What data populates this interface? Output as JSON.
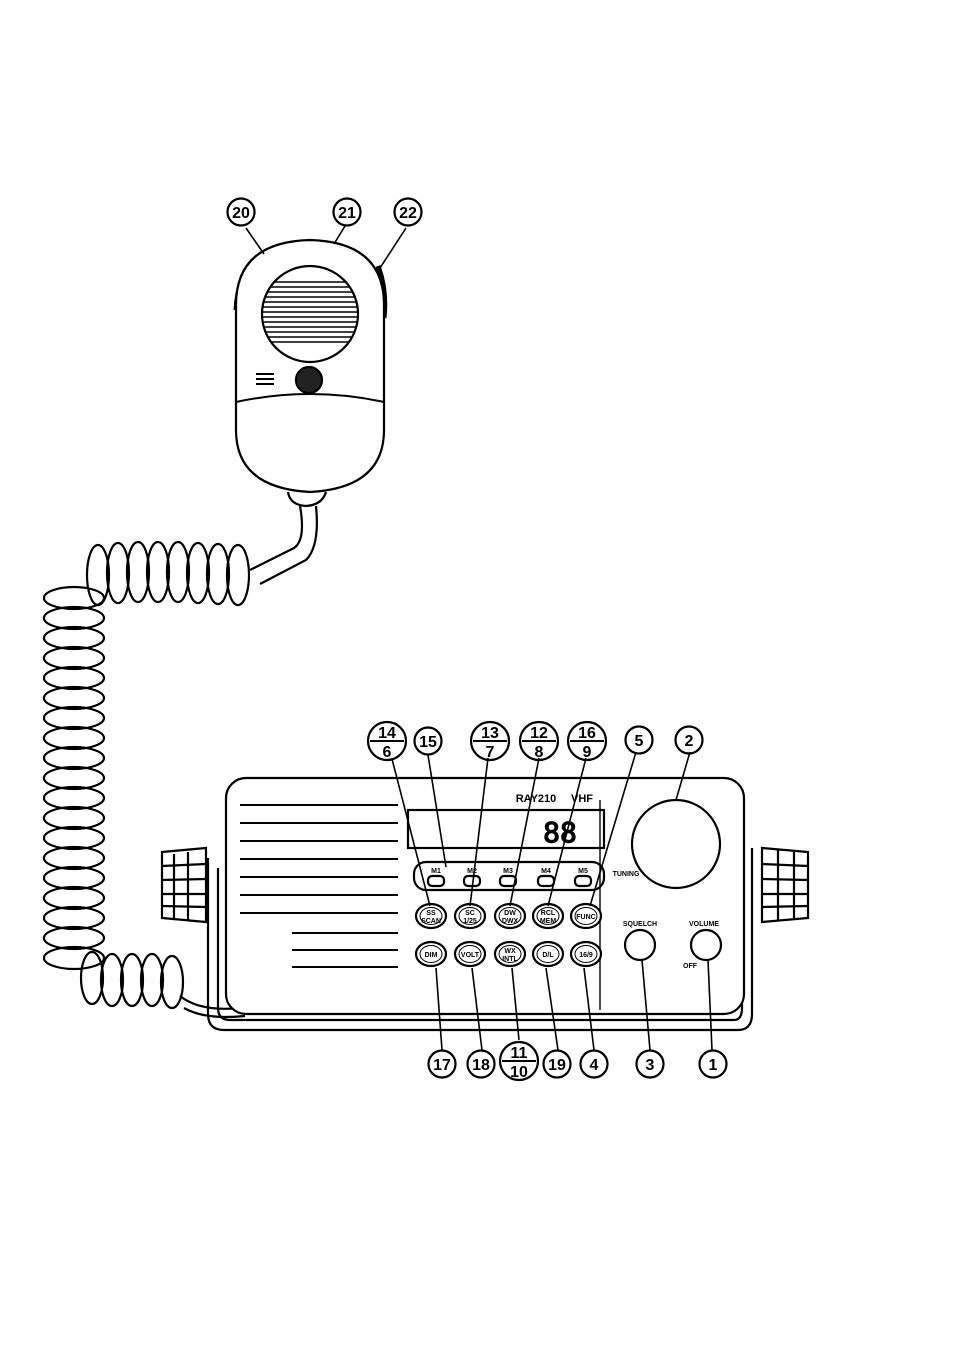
{
  "radio": {
    "model": "RAY210",
    "band": "VHF",
    "display": "88",
    "memory_labels": [
      "M1",
      "M2",
      "M3",
      "M4",
      "M5"
    ],
    "tuning_label": "TUNING",
    "squelch_label": "SQUELCH",
    "volume_label": "VOLUME",
    "off_label": "OFF"
  },
  "buttons_row1": [
    {
      "top": "SS",
      "bottom": "SCAN"
    },
    {
      "top": "SC",
      "bottom": "1/25"
    },
    {
      "top": "DW",
      "bottom": "DWX"
    },
    {
      "top": "RCL",
      "bottom": "MEM"
    },
    {
      "top": "FUNC",
      "bottom": ""
    }
  ],
  "buttons_row2": [
    {
      "top": "DIM",
      "bottom": ""
    },
    {
      "top": "VOLT",
      "bottom": ""
    },
    {
      "top": "WX",
      "bottom": "INTL"
    },
    {
      "top": "D/L",
      "bottom": ""
    },
    {
      "top": "16/9",
      "bottom": ""
    }
  ],
  "callouts_top": [
    {
      "upper": "14",
      "lower": "6"
    },
    {
      "upper": "15",
      "lower": ""
    },
    {
      "upper": "13",
      "lower": "7"
    },
    {
      "upper": "12",
      "lower": "8"
    },
    {
      "upper": "16",
      "lower": "9"
    },
    {
      "upper": "5",
      "lower": ""
    },
    {
      "upper": "2",
      "lower": ""
    }
  ],
  "callouts_bottom": [
    {
      "upper": "17",
      "lower": ""
    },
    {
      "upper": "18",
      "lower": ""
    },
    {
      "upper": "11",
      "lower": "10"
    },
    {
      "upper": "19",
      "lower": ""
    },
    {
      "upper": "4",
      "lower": ""
    },
    {
      "upper": "3",
      "lower": ""
    },
    {
      "upper": "1",
      "lower": ""
    }
  ],
  "callouts_mic": [
    "20",
    "21",
    "22"
  ]
}
